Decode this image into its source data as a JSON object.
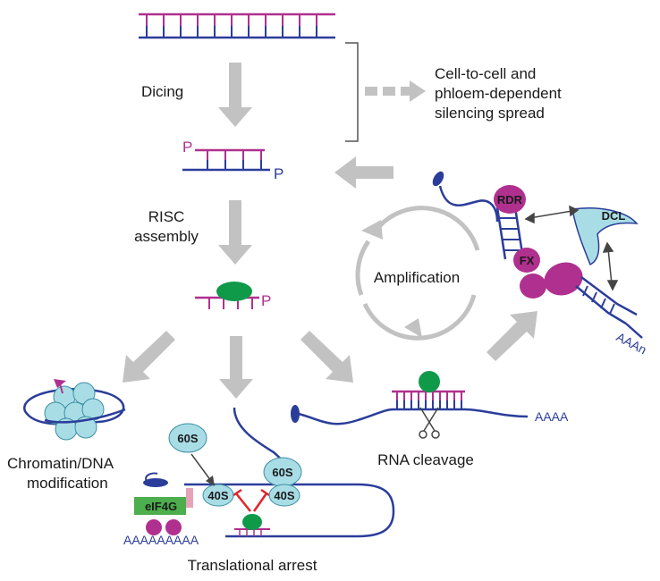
{
  "labels": {
    "dicing": "Dicing",
    "spread_line1": "Cell-to-cell and",
    "spread_line2": "phloem-dependent",
    "spread_line3": "silencing spread",
    "risc_line1": "RISC",
    "risc_line2": "assembly",
    "amplification": "Amplification",
    "chromatin_line1": "Chromatin/DNA",
    "chromatin_line2": "modification",
    "rna_cleavage": "RNA cleavage",
    "translational_arrest": "Translational arrest"
  },
  "markers": {
    "p_top": "P",
    "p_bottom": "P",
    "p_risc": "P"
  },
  "molecules": {
    "rdr": "RDR",
    "dcl": "DCL",
    "fx": "FX",
    "s60_free": "60S",
    "s60_bound": "60S",
    "s40_left": "40S",
    "s40_right": "40S",
    "eif4g": "eIF4G",
    "polya_translation": "AAAAAAAAA",
    "polya_cleavage": "AAAA",
    "polya_amplification": "AAAn"
  },
  "colors": {
    "sense_strand": "#b0308f",
    "antisense_strand": "#2b3d9a",
    "ago_green": "#0f9a4a",
    "ribosome_cyan": "#a9dde6",
    "arrow_grey": "#c2c2c2",
    "block_red": "#e0252b",
    "eif4g_green": "#4cae4c"
  }
}
